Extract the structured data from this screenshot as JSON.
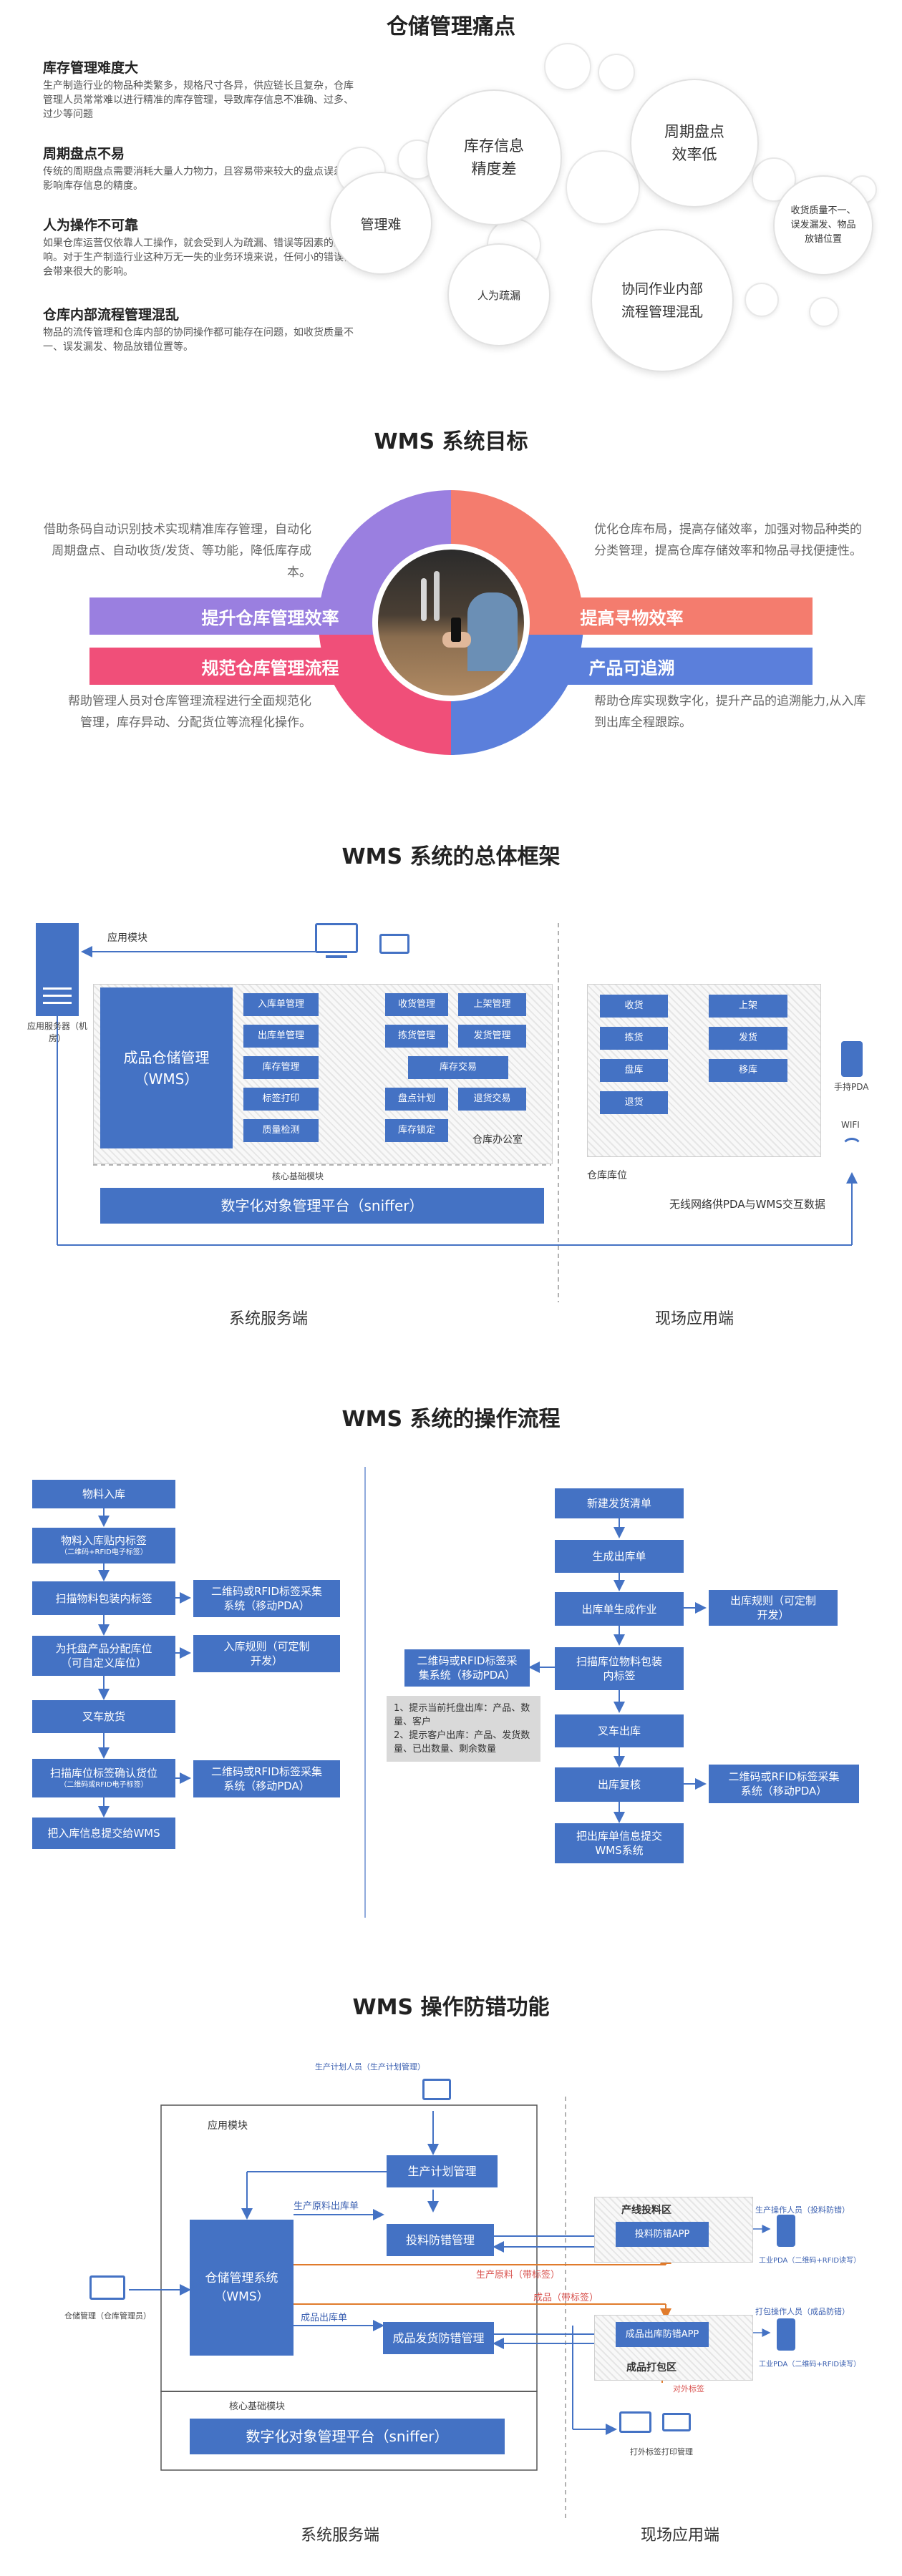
{
  "s1": {
    "title": "仓储管理痛点",
    "points": [
      {
        "head": "库存管理难度大",
        "text": "生产制造行业的物品种类繁多，规格尺寸各异，供应链长且复杂，仓库管理人员常常难以进行精准的库存管理，导致库存信息不准确、过多、过少等问题"
      },
      {
        "head": "周期盘点不易",
        "text": "传统的周期盘点需要消耗大量人力物力，且容易带来较大的盘点误差，影响库存信息的精度。"
      },
      {
        "head": "人为操作不可靠",
        "text": "如果仓库运营仅依靠人工操作，就会受到人为疏漏、错误等因素的影响。对于生产制造行业这种万无一失的业务环境来说，任何小的错误都会带来很大的影响。"
      },
      {
        "head": "仓库内部流程管理混乱",
        "text": "物品的流传管理和仓库内部的协同操作都可能存在问题，如收货质量不一、误发漏发、物品放错位置等。"
      }
    ],
    "bubbles": {
      "b_mgmt": "管理难",
      "b_stock": "库存信息精度差",
      "b_cycle": "周期盘点效率低",
      "b_quality": "收货质量不一、误发漏发、物品放错位置",
      "b_human": "人为疏漏",
      "b_collab": "协同作业内部流程管理混乱"
    }
  },
  "s2": {
    "title": "WMS 系统目标",
    "goals": [
      {
        "label": "提升仓库管理效率",
        "desc": "借助条码自动识别技术实现精准库存管理，自动化周期盘点、自动收货/发货、等功能，降低库存成本。",
        "color": "#9a7fe0"
      },
      {
        "label": "提高寻物效率",
        "desc": "优化仓库布局，提高存储效率，加强对物品种类的分类管理，提高仓库存储效率和物品寻找便捷性。",
        "color": "#f47c6e"
      },
      {
        "label": "规范仓库管理流程",
        "desc": "帮助管理人员对仓库管理流程进行全面规范化管理，库存异动、分配货位等流程化操作。",
        "color": "#f04f79"
      },
      {
        "label": "产品可追溯",
        "desc": "帮助仓库实现数字化，提升产品的追溯能力,从入库到出库全程跟踪。",
        "color": "#5b7fdb"
      }
    ]
  },
  "s3": {
    "title": "WMS 系统的总体框架",
    "app_module": "应用模块",
    "server": "应用服务器（机房）",
    "finished": "成品仓储管理（WMS）",
    "office_items": [
      "入库单管理",
      "收货管理",
      "上架管理",
      "出库单管理",
      "拣货管理",
      "发货管理",
      "库存管理",
      "库存交易",
      "标签打印",
      "盘点计划",
      "退货交易",
      "质量检测",
      "库存锁定"
    ],
    "office": "仓库办公室",
    "core": "核心基础模块",
    "platform": "数字化对象管理平台（sniffer）",
    "wh_items": [
      "收货",
      "上架",
      "拣货",
      "发货",
      "盘库",
      "移库",
      "退货"
    ],
    "wh": "仓库库位",
    "pda": "手持PDA",
    "wifi": "WIFI",
    "wireless": "无线网络供PDA与WMS交互数据",
    "server_side": "系统服务端",
    "field_side": "现场应用端"
  },
  "s4": {
    "title": "WMS 系统的操作流程",
    "left": [
      "物料入库",
      "物料入库贴内标签",
      "扫描物料包装内标签",
      "为托盘产品分配库位（可自定义库位）",
      "叉车放货",
      "扫描库位标签确认货位",
      "把入库信息提交给WMS"
    ],
    "left_sub": "（二维码+RFID电子标签）",
    "left_sub2": "（二维码或RFID电子标签）",
    "left_side": [
      "二维码或RFID标签采集系统（移动PDA）",
      "入库规则（可定制开发）",
      "二维码或RFID标签采集系统（移动PDA）"
    ],
    "right": [
      "新建发货清单",
      "生成出库单",
      "出库单生成作业",
      "扫描库位物料包装内标签",
      "叉车出库",
      "出库复核",
      "把出库单信息提交WMS系统"
    ],
    "right_side": [
      "出库规则（可定制开发）",
      "二维码或RFID标签采集系统（移动PDA）",
      "二维码或RFID标签采集系统（移动PDA）"
    ],
    "note": "1、提示当前托盘出库：产品、数量、客户\n2、提示客户出库：产品、发货数量、已出数量、剩余数量"
  },
  "s5": {
    "title": "WMS 操作防错功能",
    "plan_user": "生产计划人员（生产计划管理）",
    "app_module": "应用模块",
    "plan_mgmt": "生产计划管理",
    "material_out": "生产原料出库单",
    "feed_check": "投料防错管理",
    "wms": "仓储管理系统（WMS）",
    "produce_material": "生产原料（带标签）",
    "product_out": "成品出库单",
    "product_tag": "成品（带标签）",
    "ship_check": "成品发货防错管理",
    "wh_user": "仓储管理（仓库管理员）",
    "core": "核心基础模块",
    "platform": "数字化对象管理平台（sniffer）",
    "line_area": "产线投料区",
    "feed_app": "投料防错APP",
    "line_user": "生产操作人员（投料防错）",
    "pda1": "工业PDA（二维码+RFID读写）",
    "pack_area": "成品打包区",
    "ship_app": "成品出库防错APP",
    "pack_user": "打包操作人员（成品防错）",
    "pda2": "工业PDA（二维码+RFID读写）",
    "ext_tag": "对外标签",
    "print_mgmt": "打外标签打印管理",
    "server_side": "系统服务端",
    "field_side": "现场应用端"
  }
}
